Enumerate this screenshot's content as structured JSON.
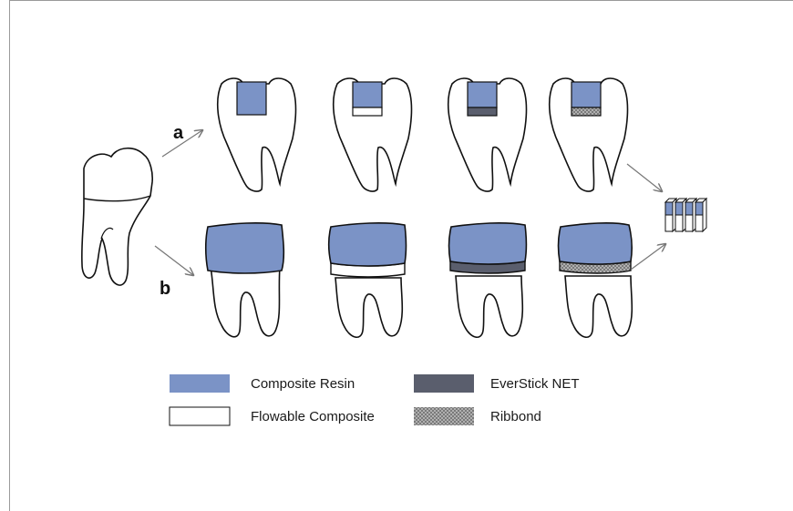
{
  "labels": {
    "a": "a",
    "b": "b"
  },
  "colors": {
    "composite_resin": "#7b93c6",
    "flowable_composite": "#ffffff",
    "everstick_net": "#5a5e6d",
    "ribbond": "#9b9b9b",
    "outline": "#111111"
  },
  "legend": [
    {
      "label": "Composite Resin",
      "swatch": "composite_resin"
    },
    {
      "label": "EverStick NET",
      "swatch": "everstick_net"
    },
    {
      "label": "Flowable Composite",
      "swatch": "flowable_composite"
    },
    {
      "label": "Ribbond",
      "swatch": "ribbond"
    }
  ]
}
